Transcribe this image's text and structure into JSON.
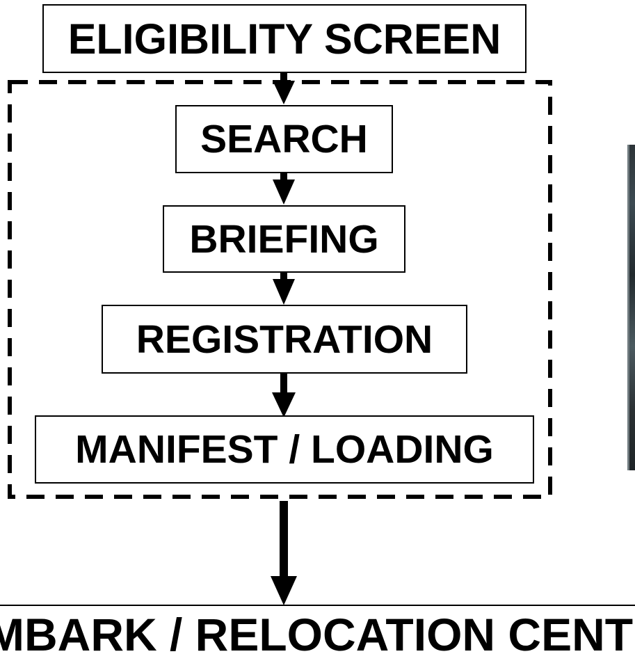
{
  "diagram": {
    "top_step": "ELIGIBILITY SCREEN",
    "grouped_steps": [
      "SEARCH",
      "BRIEFING",
      "REGISTRATION",
      "MANIFEST / LOADING"
    ],
    "destination": "EMBARK / RELOCATION CENTER"
  },
  "colors": {
    "stroke": "#000000",
    "background": "#ffffff"
  }
}
